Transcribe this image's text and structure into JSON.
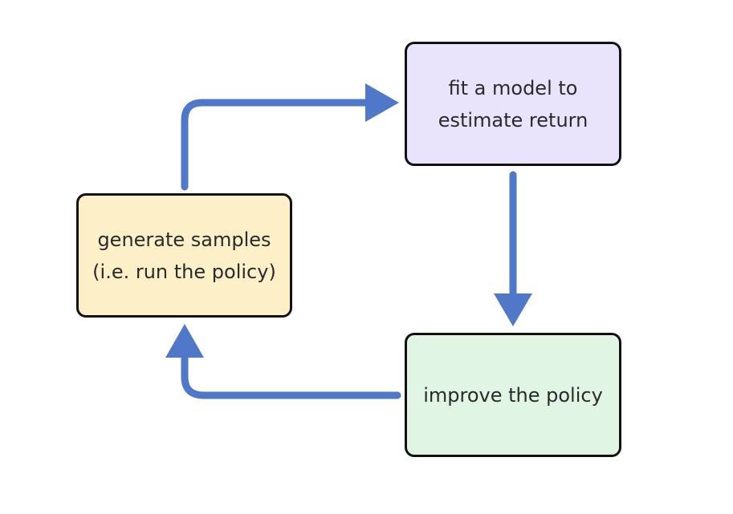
{
  "nodes": {
    "generate": {
      "lines": [
        "generate samples",
        "(i.e. run the policy)"
      ],
      "fill": "#fdf0c9"
    },
    "fit": {
      "lines": [
        "fit a model to",
        "estimate return"
      ],
      "fill": "#e9e3fc"
    },
    "improve": {
      "lines": [
        "improve the policy"
      ],
      "fill": "#e0f5e4"
    }
  },
  "edges": [
    {
      "from": "generate",
      "to": "fit"
    },
    {
      "from": "fit",
      "to": "improve"
    },
    {
      "from": "improve",
      "to": "generate"
    }
  ],
  "colors": {
    "arrow": "#4f78c8",
    "border": "#111111",
    "text": "#2a2a2a"
  }
}
